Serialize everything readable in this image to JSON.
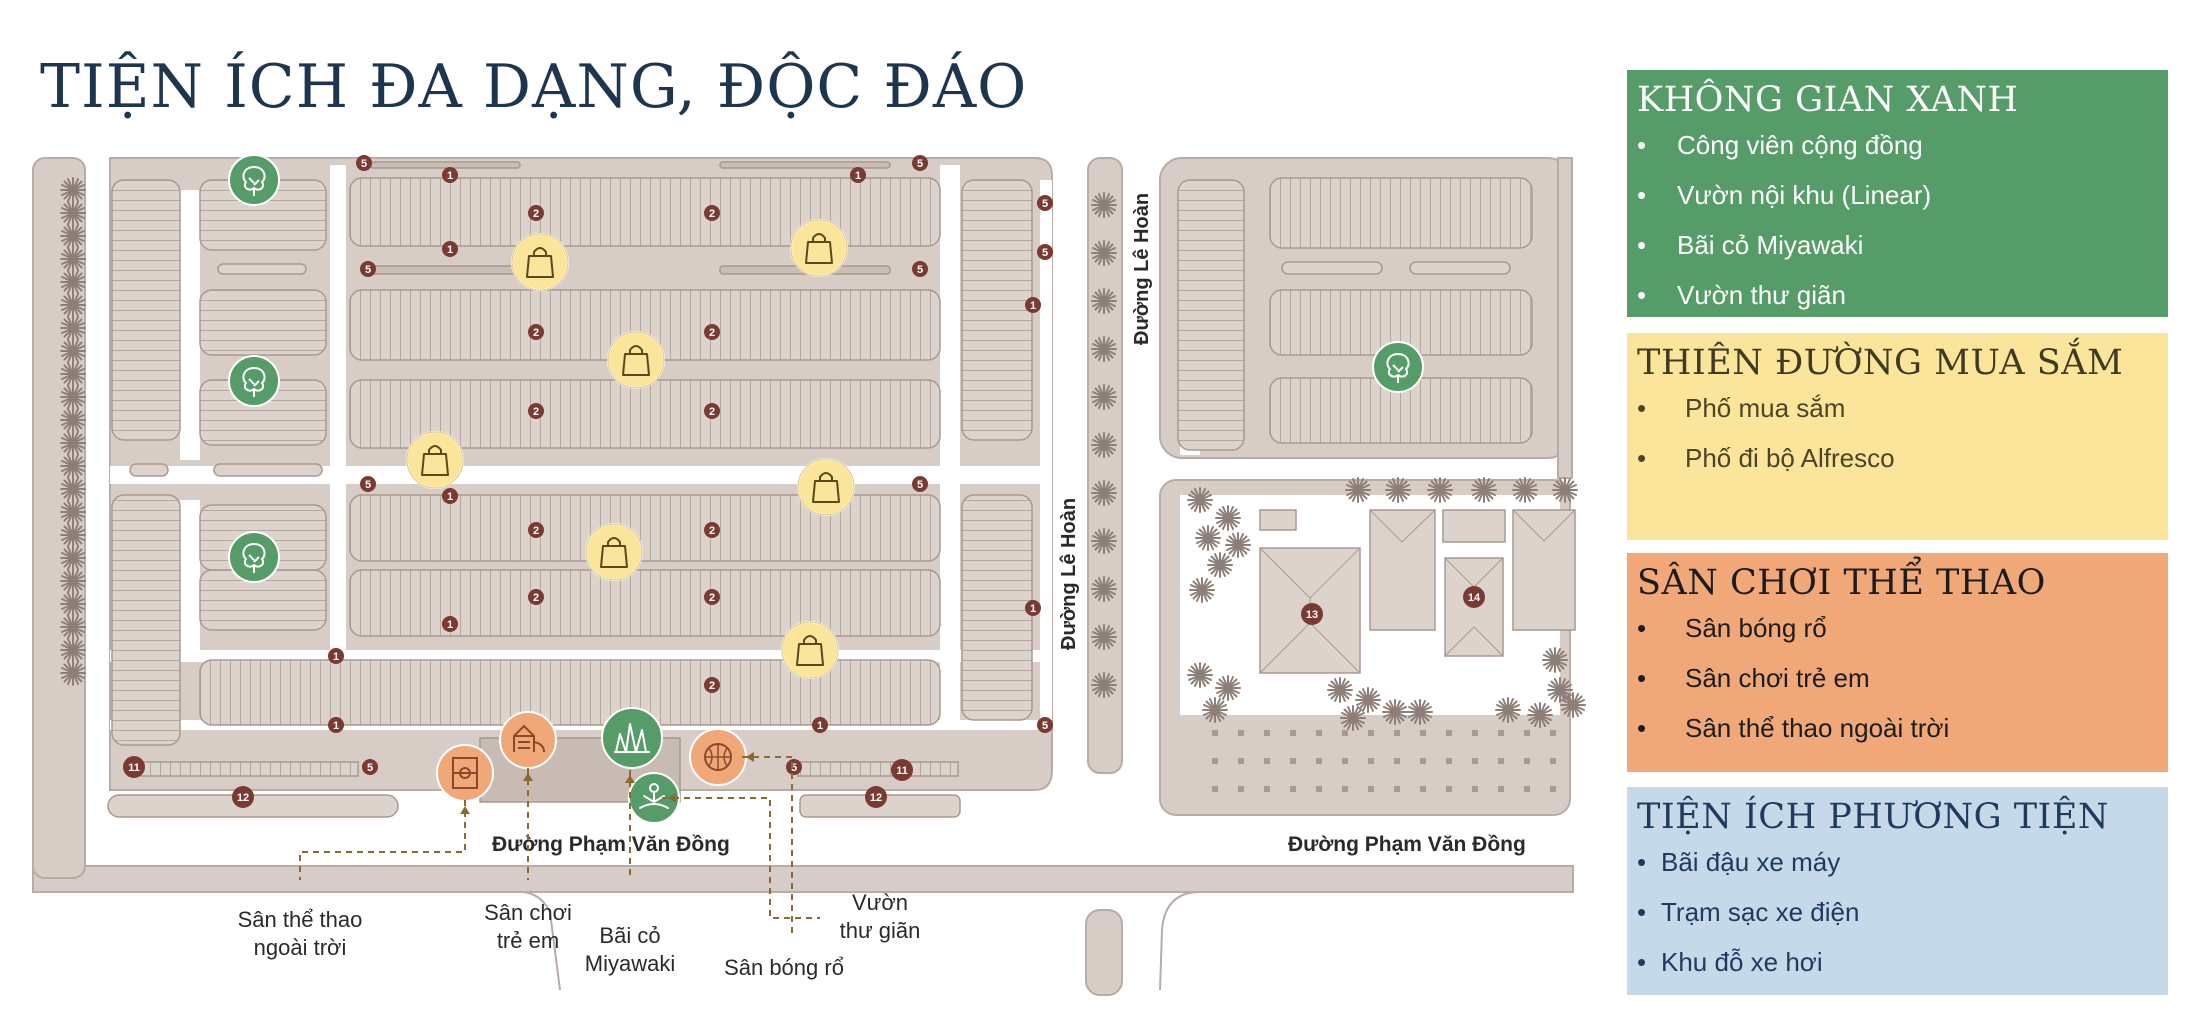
{
  "title": "TIỆN ÍCH ĐA DẠNG, ĐỘC ĐÁO",
  "map": {
    "street_pham_van_dong": "Đường Phạm Văn Đồng",
    "street_le_hoan": "Đường Lê Hoàn",
    "lot_numbers": [
      "1",
      "2",
      "5",
      "11",
      "12",
      "13",
      "14"
    ],
    "callouts": {
      "outdoor_sports": [
        "Sân thể thao",
        "ngoài trời"
      ],
      "kids_playground": [
        "Sân chơi",
        "trẻ em"
      ],
      "miyawaki_lawn": [
        "Bãi cỏ",
        "Miyawaki"
      ],
      "relax_garden": [
        "Vườn",
        "thư giãn"
      ],
      "basketball": [
        "Sân bóng rổ"
      ]
    },
    "icons": {
      "tree": "tree-icon",
      "shopping": "shopping-bag-icon",
      "grass": "grass-icon",
      "yoga": "meditation-icon",
      "basketball": "basketball-icon",
      "court": "sports-field-icon",
      "playground": "playground-icon"
    },
    "colors": {
      "road": "#d8cdc6",
      "road_edge": "#b8aca4",
      "tree_marker": "#569c69",
      "shop_marker": "#fbe59a",
      "sport_marker": "#f0a878",
      "lot_number": "#7a3a32"
    }
  },
  "legend": [
    {
      "title": "KHÔNG GIAN XANH",
      "color": "#569c69",
      "items": [
        "Công viên cộng đồng",
        "Vườn nội khu (Linear)",
        "Bãi cỏ Miyawaki",
        "Vườn thư giãn"
      ]
    },
    {
      "title": "THIÊN ĐƯỜNG MUA SẮM",
      "color": "#fbe59a",
      "items": [
        "Phố mua sắm",
        "Phố đi bộ Alfresco"
      ]
    },
    {
      "title": "SÂN CHƠI THỂ THAO",
      "color": "#f0a878",
      "items": [
        "Sân bóng rổ",
        "Sân chơi trẻ em",
        "Sân thể thao ngoài trời"
      ]
    },
    {
      "title": "TIỆN ÍCH PHƯƠNG TIỆN",
      "color": "#c5d9e8",
      "items": [
        "Bãi đậu xe máy",
        "Trạm sạc xe điện",
        "Khu đỗ xe hơi"
      ]
    }
  ]
}
